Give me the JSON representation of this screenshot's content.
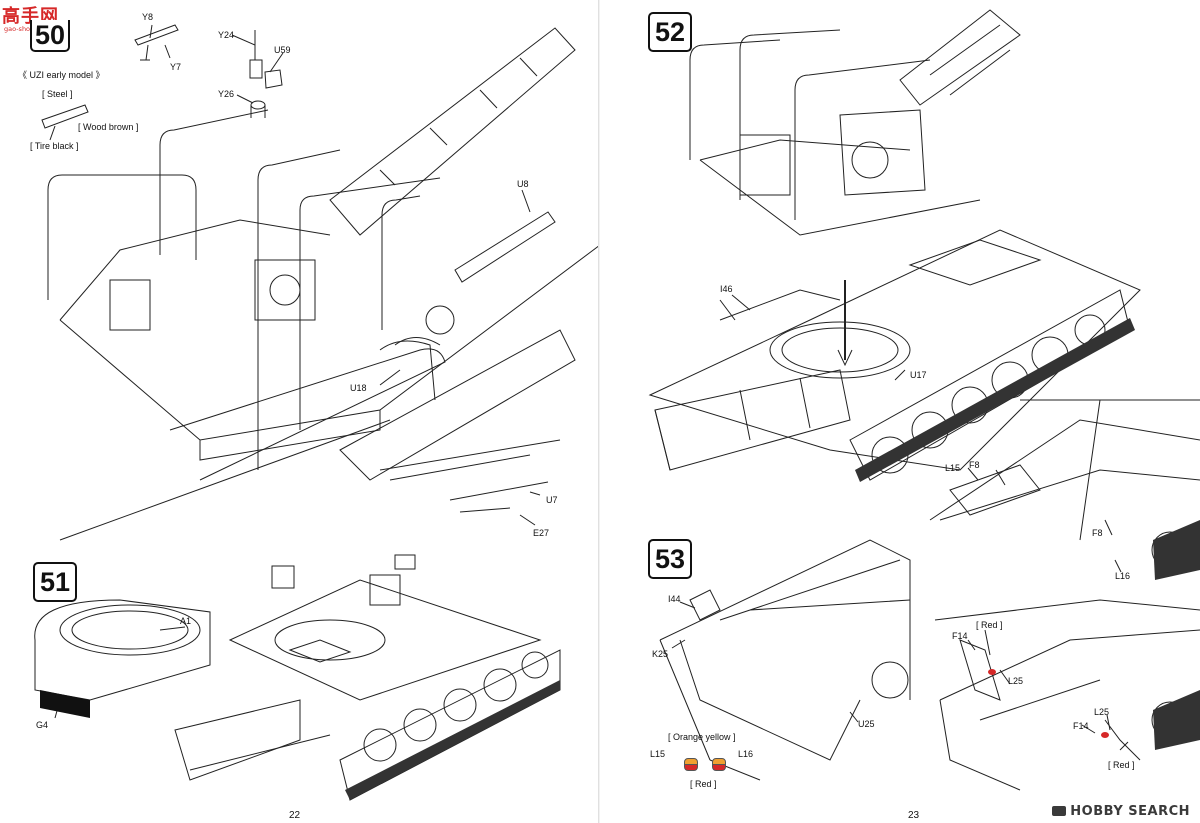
{
  "watermark": {
    "logo_text": "高手网",
    "url_text": "gao-shou.com"
  },
  "footer_mark": "HOBBY SEARCH",
  "left_page": {
    "page_number": "22",
    "steps": [
      "50",
      "51"
    ],
    "labels": {
      "uzi_note": "《 UZI  early model 》",
      "steel": "[ Steel ]",
      "wood_brown": "[ Wood brown ]",
      "tire_black": "[ Tire black ]",
      "y8": "Y8",
      "y7": "Y7",
      "y24": "Y24",
      "u59": "U59",
      "y26": "Y26",
      "u8": "U8",
      "u18": "U18",
      "u7": "U7",
      "e27": "E27",
      "a1": "A1",
      "g4": "G4"
    }
  },
  "right_page": {
    "page_number": "23",
    "steps": [
      "52",
      "53"
    ],
    "labels": {
      "i46": "I46",
      "u17": "U17",
      "l15_a": "L15",
      "f8_a": "F8",
      "f8_b": "F8",
      "l16_a": "L16",
      "i44": "I44",
      "k25": "K25",
      "u25": "U25",
      "red_a": "[ Red ]",
      "f14_a": "F14",
      "l25_a": "L25",
      "l25_b": "L25",
      "f14_b": "F14",
      "red_b": "[ Red ]",
      "orange_yellow": "[ Orange yellow ]",
      "l15_b": "L15",
      "l16_b": "L16",
      "red_c": "[ Red ]"
    }
  },
  "colors": {
    "red": "#d62828",
    "orange_yellow": "#f0a030",
    "ink": "#111111"
  }
}
